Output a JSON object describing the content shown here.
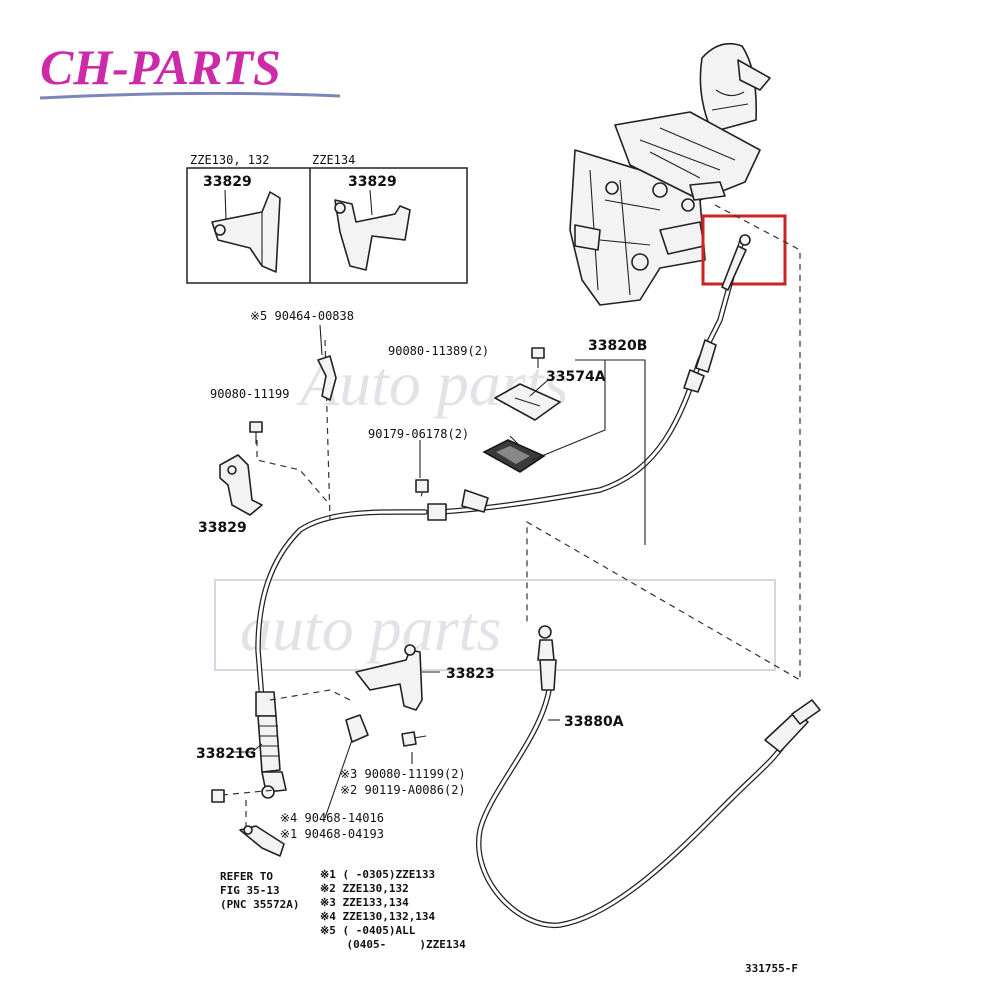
{
  "brand": {
    "name": "CH-PARTS",
    "color": "#cc2aa8",
    "underline_color": "#7d86b8"
  },
  "watermarks": {
    "top": "Auto parts",
    "middle": "auto parts"
  },
  "highlight_color": "#cc2222",
  "inset": {
    "left_title": "ZZE130, 132",
    "left_part": "33829",
    "right_title": "ZZE134",
    "right_part": "33829"
  },
  "labels": {
    "p90464": "※5 90464-00838",
    "p90080_11389": "90080-11389(2)",
    "p33820B": "33820B",
    "p33574A": "33574A",
    "p90080_11199": "90080-11199",
    "p90179": "90179-06178(2)",
    "p33829": "33829",
    "p33823": "33823",
    "p33880A": "33880A",
    "p33821G": "33821G",
    "p90080_11199_2": "※3 90080-11199(2)",
    "p90119": "※2 90119-A0086(2)",
    "p90468_14016": "※4 90468-14016",
    "p90468_04193": "※1 90468-04193"
  },
  "refer": {
    "line1": "REFER TO",
    "line2": "FIG 35-13",
    "line3": "(PNC 35572A)"
  },
  "notes": [
    "※1  (     -0305)ZZE133",
    "※2  ZZE130,132",
    "※3  ZZE133,134",
    "※4  ZZE130,132,134",
    "※5  (     -0405)ALL",
    "    (0405-     )ZZE134"
  ],
  "figure_id": "331755-F"
}
